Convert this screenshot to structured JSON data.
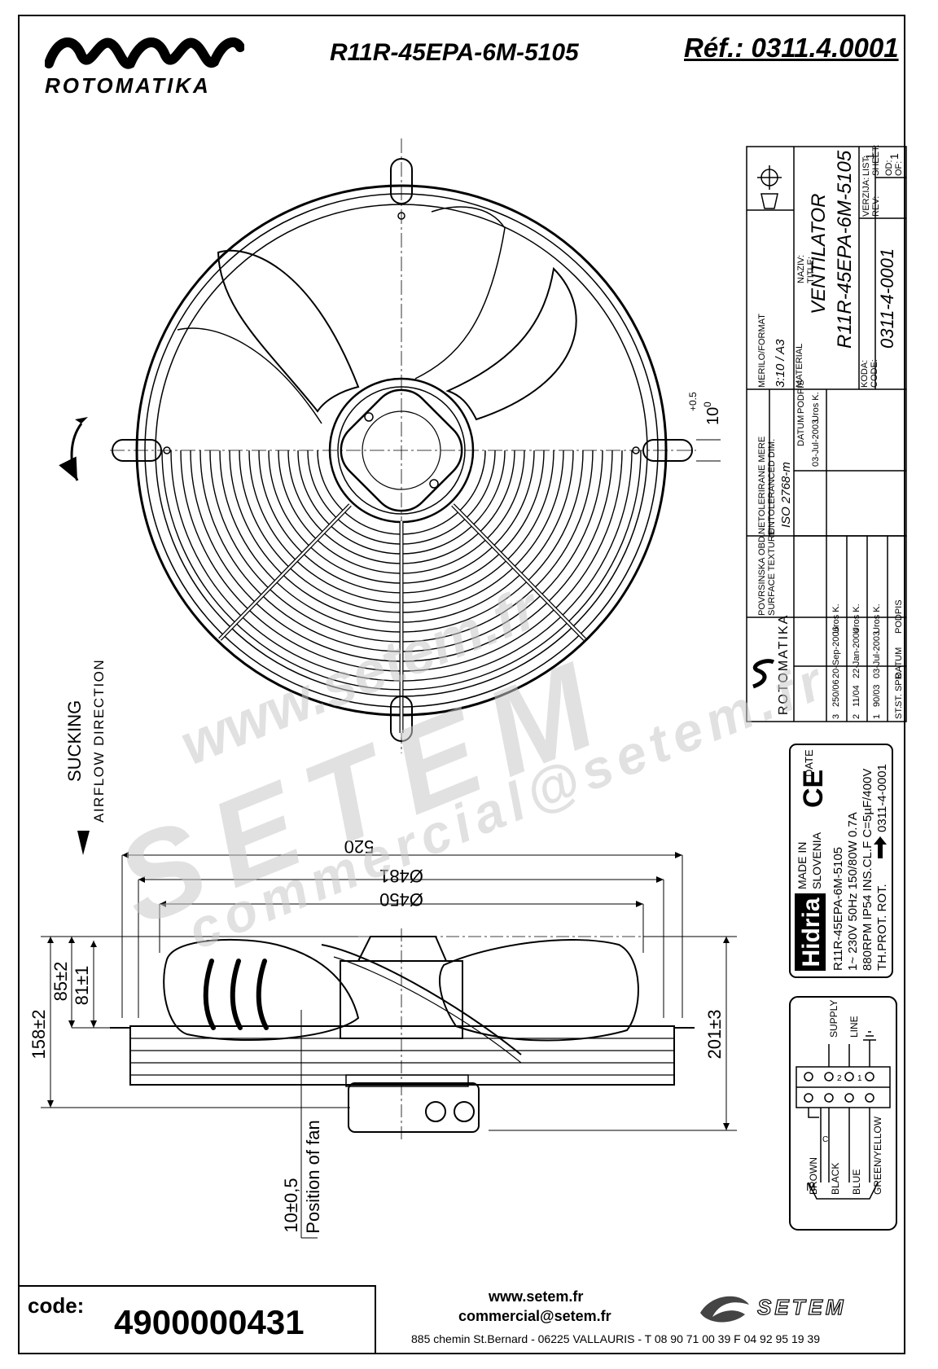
{
  "header": {
    "brand": "ROTOMATIKA",
    "model": "R11R-45EPA-6M-5105",
    "reference": "Réf.: 0311.4.0001"
  },
  "title_block": {
    "brand": "ROTOMATIKA",
    "tol_label_1": "NETOLERIRANE MERE",
    "tol_label_2": "UNTOLERANCED DIM.",
    "tol_value": "ISO 2768-m",
    "surface_label_1": "POVRSINSKA OBD.",
    "surface_label_2": "SURFACE TEXTURE",
    "scale_label": "MERILO/FORMAT",
    "scale_value": "3:10 / A3",
    "material_label": "MATERIAL",
    "name_label_1": "NAZIV:",
    "name_label_2": "TITLE:",
    "name_1": "VENTILATOR",
    "name_2": "R11R-45EPA-6M-5105",
    "code_label_1": "KODA:",
    "code_label_2": "CODE:",
    "code_value": "0311-4-0001",
    "rev_label_1": "VERZIJA:",
    "rev_label_2": "REV:",
    "sheet_label_1": "LIST:",
    "sheet_label_2": "SHEET:",
    "sheet_value": "1",
    "of_label_1": "OD:",
    "of_label_2": "OF:",
    "of_value": "1",
    "datum": "DATUM",
    "podpis": "PODPIS",
    "date_drawn": "03-Jul-2003",
    "sign_drawn": "Uros K.",
    "revisions": [
      {
        "st": "3",
        "spr": "250/06",
        "datum": "20-Sep-2006",
        "podpis": "Uros K."
      },
      {
        "st": "2",
        "spr": "11/04",
        "datum": "22-Jan-2004",
        "podpis": "Uros K."
      },
      {
        "st": "1",
        "spr": "90/03",
        "datum": "03-Jul-2003",
        "podpis": "Uros K."
      }
    ],
    "rev_head": {
      "st": "ST.",
      "spr": "ST. SPR.",
      "datum": "DATUM",
      "podpis": "PODPIS"
    }
  },
  "label_plate": {
    "brand": "Hidria",
    "made_in_1": "MADE IN",
    "made_in_2": "SLOVENIA",
    "ce": "CE",
    "date": "DATE",
    "line1": "R11R-45EPA-6M-5105",
    "line2": "1~ 230V 50Hz 150/80W 0.7A",
    "line3": "880RPM IP54 INS.CL.F C=5µF/400V",
    "line4": "TH.PROT.  ROT.",
    "line4_code": "0311-4-0001"
  },
  "wiring": {
    "supply_1": "SUPPLY",
    "supply_2": "LINE",
    "terminals": [
      "2",
      "1"
    ],
    "m": "M",
    "c": "C",
    "wires": [
      "BROWN",
      "BLACK",
      "BLUE",
      "GREEN/YELLOW"
    ]
  },
  "dimensions": {
    "d520": "520",
    "d481": "Ø481",
    "d450": "Ø450",
    "h158": "158±2",
    "h85": "85±2",
    "h81": "81±1",
    "h201": "201±3",
    "pos_value": "10±0,5",
    "pos_label": "Position of fan",
    "top_tol": "10",
    "top_tol_sup": "+0.5",
    "top_tol_sub": "0"
  },
  "airflow": {
    "line1": "SUCKING",
    "line2": "AIRFLOW DIRECTION"
  },
  "footer": {
    "code_label": "code:",
    "code_value": "4900000431",
    "web": "www.setem.fr",
    "email": "commercial@setem.fr",
    "address": "885 chemin St.Bernard  -  06225 VALLAURIS  -  T 08 90 71 00 39   F 04 92 95 19 39",
    "setem_logo": "SETEM"
  },
  "watermark": {
    "big": "SETEM",
    "web": "www.setem.fr",
    "email": "commercial@setem.fr"
  }
}
